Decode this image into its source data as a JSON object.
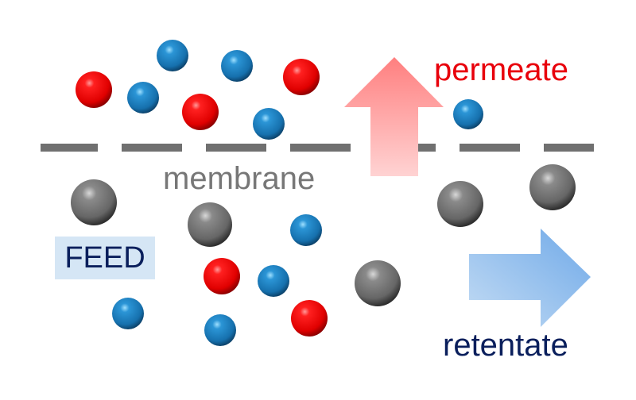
{
  "labels": {
    "permeate": "permeate",
    "membrane": "membrane",
    "feed": "FEED",
    "retentate": "retentate"
  },
  "colors": {
    "permeate_text": "#e8000b",
    "membrane_text": "#777777",
    "feed_text": "#0a1f5c",
    "feed_background": "#d5e6f5",
    "retentate_text": "#0a1f5c",
    "membrane_dash": "#707070",
    "red_particle": "#e60000",
    "blue_particle": "#1a78b8",
    "gray_particle": "#6e6e6e",
    "permeate_arrow": "#ff8080",
    "retentate_arrow": "#7ab3ea"
  },
  "particles": {
    "permeate_side": [
      {
        "kind": "red"
      },
      {
        "kind": "blue"
      },
      {
        "kind": "blue"
      },
      {
        "kind": "red"
      },
      {
        "kind": "blue"
      },
      {
        "kind": "red"
      },
      {
        "kind": "blue"
      },
      {
        "kind": "blue"
      }
    ],
    "feed_side": [
      {
        "kind": "gray"
      },
      {
        "kind": "gray"
      },
      {
        "kind": "gray"
      },
      {
        "kind": "gray"
      },
      {
        "kind": "gray"
      },
      {
        "kind": "blue"
      },
      {
        "kind": "red"
      },
      {
        "kind": "blue"
      },
      {
        "kind": "red"
      },
      {
        "kind": "blue"
      },
      {
        "kind": "blue"
      }
    ]
  }
}
